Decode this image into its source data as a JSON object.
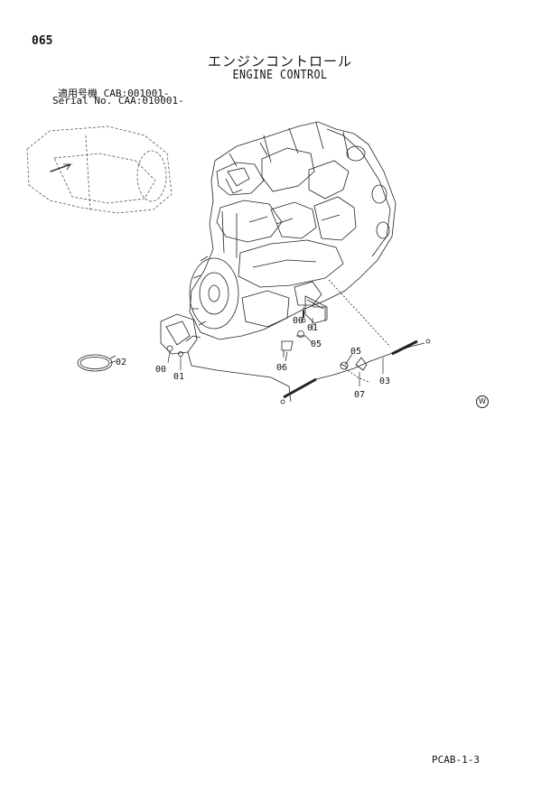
{
  "header": {
    "page_number": "065",
    "title_jp": "エンジンコントロール",
    "title_en": "ENGINE CONTROL",
    "serial_line_1": "適用号機  CAB:001001-",
    "serial_line_2": "Serial No. CAA:010001-"
  },
  "callouts": {
    "c00a": "00",
    "c01a": "01",
    "c05a": "05",
    "c06": "06",
    "c05b": "05",
    "c07": "07",
    "c03": "03",
    "c02": "02",
    "c00b": "00",
    "c01b": "01"
  },
  "watermark": "W",
  "footer": {
    "code": "PCAB-1-3"
  }
}
